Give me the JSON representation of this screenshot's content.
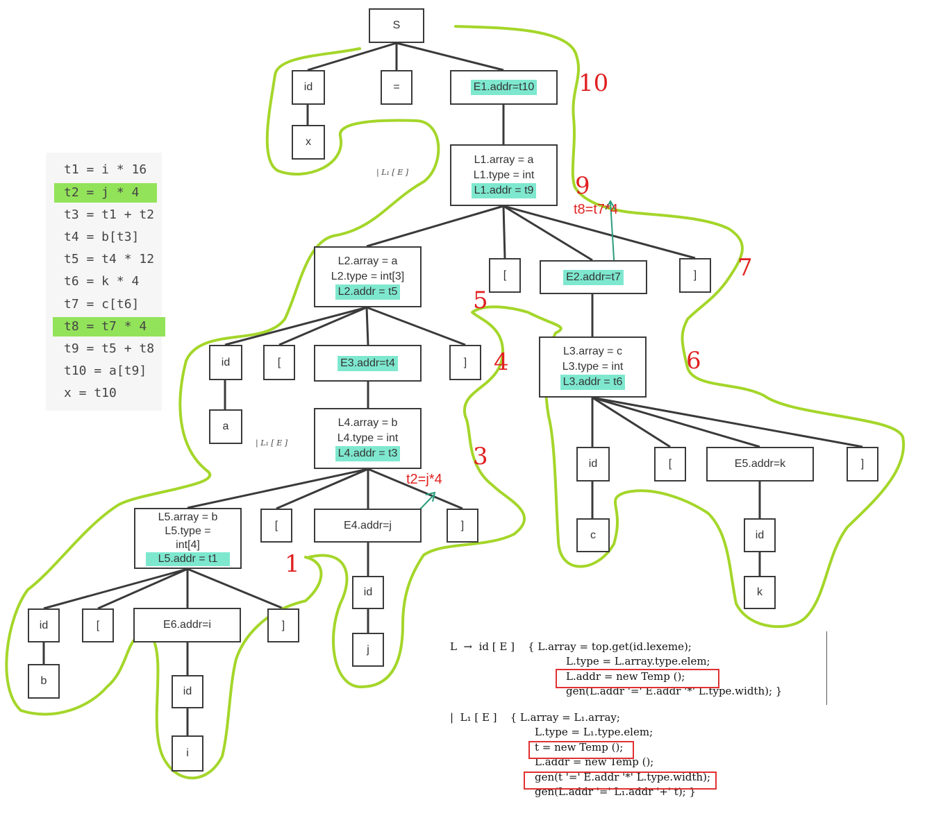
{
  "nodes": {
    "S": "S",
    "id_top": "id",
    "eq": "=",
    "E1": "E1.addr=t10",
    "x": "x",
    "L1": [
      "L1.array = a",
      "L1.type = int",
      "L1.addr = t9"
    ],
    "L2": [
      "L2.array = a",
      "L2.type = int[3]",
      "L2.addr = t5"
    ],
    "lbr1": "[",
    "E2": "E2.addr=t7",
    "rbr1": "]",
    "id_a": "id",
    "lbr2": "[",
    "E3": "E3.addr=t4",
    "rbr2": "]",
    "a": "a",
    "L3": [
      "L3.array = c",
      "L3.type = int",
      "L3.addr = t6"
    ],
    "L4": [
      "L4.array = b",
      "L4.type = int",
      "L4.addr = t3"
    ],
    "id_c": "id",
    "lbr3": "[",
    "E5": "E5.addr=k",
    "rbr3": "]",
    "c": "c",
    "id_k": "id",
    "k": "k",
    "L5": [
      "L5.array = b",
      "L5.type =",
      "int[4]",
      "L5.addr = t1"
    ],
    "lbr4": "[",
    "E4": "E4.addr=j",
    "rbr4": "]",
    "id_j": "id",
    "j": "j",
    "id_b": "id",
    "lbr5": "[",
    "E6": "E6.addr=i",
    "rbr5": "]",
    "b": "b",
    "id_i": "id",
    "i": "i"
  },
  "code_lines": [
    "t1 = i * 16",
    "t2 = j * 4",
    "t3 = t1 + t2",
    "t4 = b[t3]",
    "t5 = t4 * 12",
    "t6 = k * 4",
    "t7 = c[t6]",
    "t8 = t7 * 4",
    "t9 = t5 + t8",
    "t10 = a[t9]",
    "x = t10"
  ],
  "highlighted_code_lines": [
    2,
    8
  ],
  "step_numbers": [
    "10",
    "9",
    "7",
    "6",
    "5",
    "4",
    "3",
    "1"
  ],
  "annotations": {
    "t8": "t8=t7*4",
    "t2": "t2=j*4"
  },
  "small_labels": [
    "| L₁ [ E ]",
    "| L₁ [ E ]"
  ],
  "rule1": [
    "L  →  id [ E ]    { L.array = top.get(id.lexeme);",
    "L.type = L.array.type.elem;",
    "L.addr = new Temp ();",
    "gen(L.addr '=' E.addr '*' L.type.width); }"
  ],
  "rule2": [
    "|  L₁ [ E ]    { L.array = L₁.array;",
    "L.type = L₁.type.elem;",
    "t = new Temp ();",
    "L.addr = new Temp ();",
    "gen(t '=' E.addr '*' L.type.width);",
    "gen(L.addr '=' L₁.addr '+' t); }"
  ],
  "colors": {
    "green_outline": "#a4d62a",
    "red": "#e02020",
    "highlight": "#7ee8cf",
    "code_highlight": "#93e35a",
    "arrow": "#2a9d7c"
  }
}
